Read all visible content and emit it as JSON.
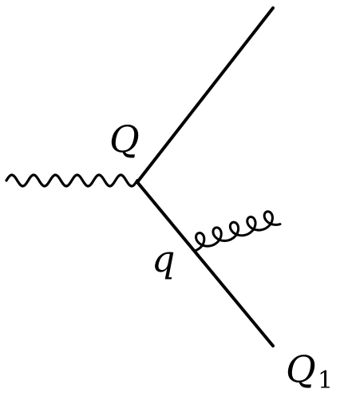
{
  "labels": {
    "vertex": "Q",
    "emitter": "q",
    "outgoing_main": "Q",
    "outgoing_sub": "1"
  },
  "colors": {
    "stroke": "#000000",
    "background": "#ffffff"
  },
  "lines": {
    "photon": "wavy-line",
    "fermion": "straight-line",
    "gluon": "curly-line"
  }
}
